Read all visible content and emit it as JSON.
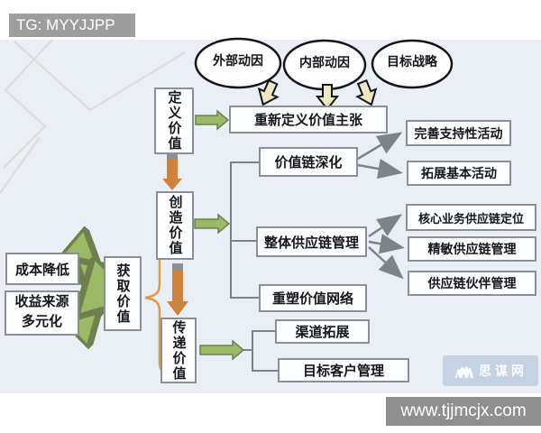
{
  "header": {
    "tag_label": "TG: MYYJJPP"
  },
  "footer": {
    "url": "www.tjjmcjx.com",
    "watermark_text": "思谋网"
  },
  "diagram": {
    "drivers": {
      "external_driver": "外部动因",
      "internal_driver": "内部动因",
      "target_strategy": "目标战略"
    },
    "stages": {
      "define_value": "定义价值",
      "create_value": "创造价值",
      "deliver_value": "传递价值",
      "capture_value": "获取价值"
    },
    "nodes": {
      "redefine_value_proposition": "重新定义价值主张",
      "value_chain_deepening": "价值链深化",
      "overall_supply_chain_mgmt": "整体供应链管理",
      "reshape_value_network": "重塑价值网络",
      "channel_expansion": "渠道拓展",
      "target_customer_mgmt": "目标客户管理",
      "improve_support_activities": "完善支持性活动",
      "expand_basic_activities": "拓展基本活动",
      "core_business_scm_positioning": "核心业务供应链定位",
      "lean_agile_scm_mgmt": "精敏供应链管理",
      "scm_partner_mgmt": "供应链伙伴管理",
      "cost_reduction": "成本降低",
      "revenue_source_line1": "收益来源",
      "revenue_source_line2": "多元化"
    },
    "icons": {
      "down_arrow": "down-arrow-icon",
      "right_arrow": "right-arrow-icon",
      "double_arrow": "double-headed-arrow-icon",
      "brace": "left-curly-brace"
    },
    "colors": {
      "diagram_bg": "#eaeef5",
      "box_border": "#8a9097",
      "gray_arrow": "#7d838b",
      "orange_arrow": "#d0813c",
      "green_arrow": "#9cba66",
      "cream_arrow": "#efe9c2",
      "brace_orange": "#dd9a44",
      "badge_gray": "#9d9d9d",
      "watermark_bg": "#bacbe0"
    }
  }
}
